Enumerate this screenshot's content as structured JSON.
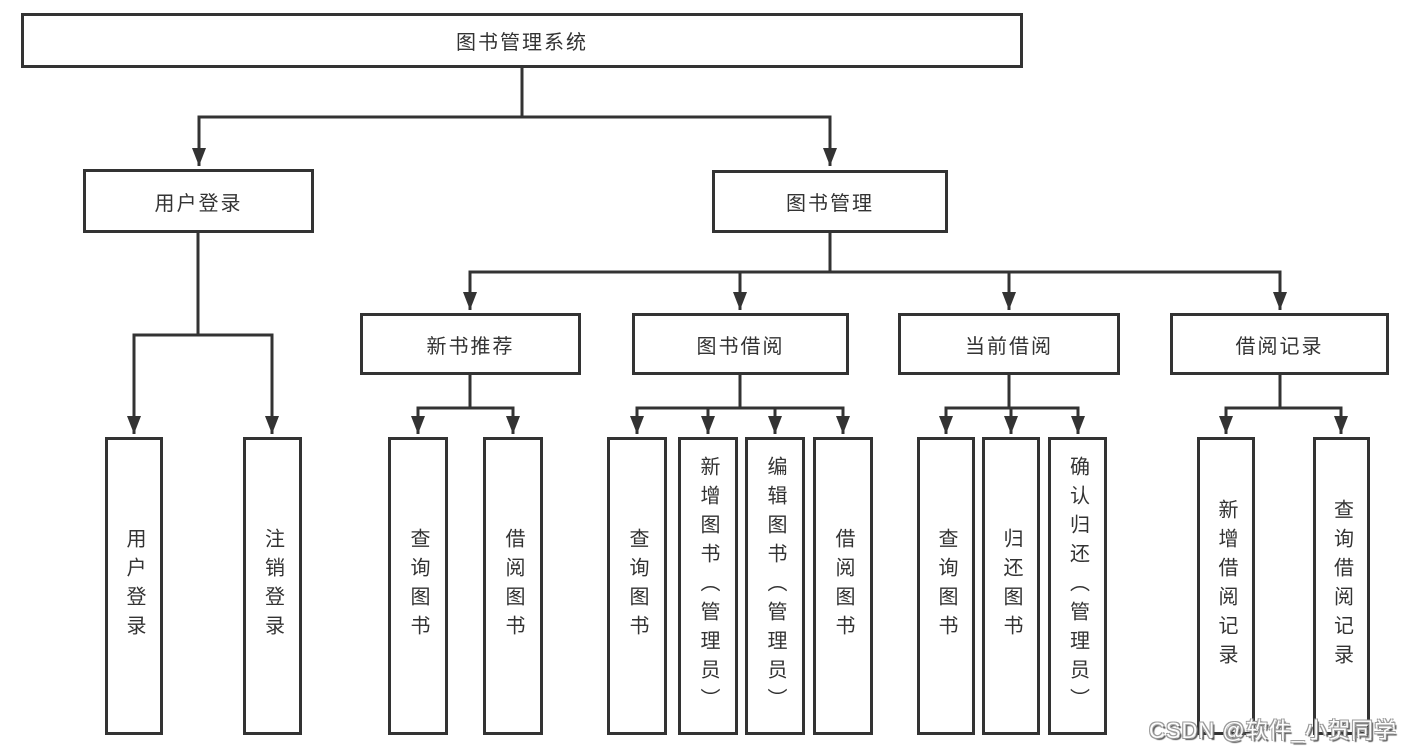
{
  "tree": {
    "root": "图书管理系统",
    "login": {
      "label": "用户登录",
      "children": [
        "用户登录",
        "注销登录"
      ]
    },
    "management": {
      "label": "图书管理",
      "sections": [
        {
          "label": "新书推荐",
          "children": [
            "查询图书",
            "借阅图书"
          ]
        },
        {
          "label": "图书借阅",
          "children": [
            "查询图书",
            "新增图书（管理员）",
            "编辑图书（管理员）",
            "借阅图书"
          ]
        },
        {
          "label": "当前借阅",
          "children": [
            "查询图书",
            "归还图书",
            "确认归还（管理员）"
          ]
        },
        {
          "label": "借阅记录",
          "children": [
            "新增借阅记录",
            "查询借阅记录"
          ]
        }
      ]
    }
  },
  "watermark": "CSDN @软件_小贺同学",
  "colors": {
    "line": "#333333",
    "box_border": "#333333",
    "text": "#333333",
    "background": "#ffffff",
    "watermark_text": "#fdfdfd"
  }
}
